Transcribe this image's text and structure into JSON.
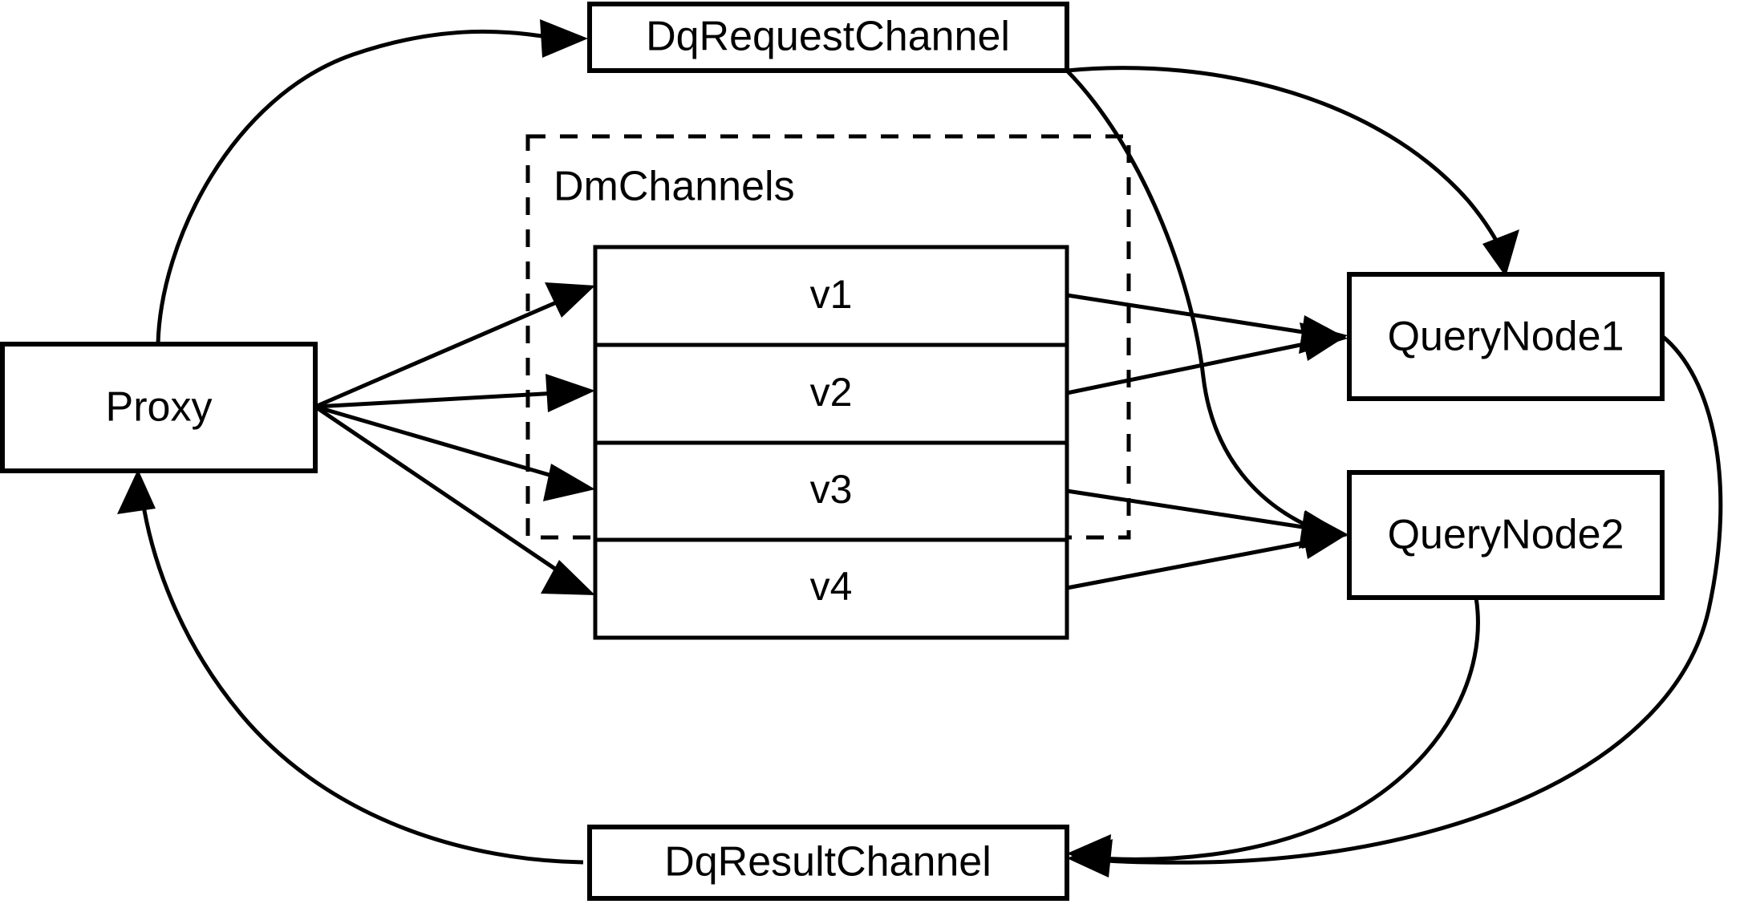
{
  "diagram": {
    "type": "flow-architecture",
    "background_color": "#ffffff",
    "stroke_color": "#000000",
    "nodes": {
      "proxy": {
        "label": "Proxy"
      },
      "dq_request_channel": {
        "label": "DqRequestChannel"
      },
      "dq_result_channel": {
        "label": "DqResultChannel"
      },
      "query_node_1": {
        "label": "QueryNode1"
      },
      "query_node_2": {
        "label": "QueryNode2"
      }
    },
    "group": {
      "label": "DmChannels",
      "style": "dashed",
      "channels": [
        {
          "label": "v1"
        },
        {
          "label": "v2"
        },
        {
          "label": "v3"
        },
        {
          "label": "v4"
        }
      ]
    },
    "edges": [
      {
        "from": "Proxy",
        "to": "DqRequestChannel",
        "style": "curved",
        "arrow": true
      },
      {
        "from": "Proxy",
        "to": "v1",
        "style": "straight",
        "arrow": true
      },
      {
        "from": "Proxy",
        "to": "v2",
        "style": "straight",
        "arrow": true
      },
      {
        "from": "Proxy",
        "to": "v3",
        "style": "straight",
        "arrow": true
      },
      {
        "from": "Proxy",
        "to": "v4",
        "style": "straight",
        "arrow": true
      },
      {
        "from": "DqRequestChannel",
        "to": "QueryNode1",
        "style": "curved",
        "arrow": true
      },
      {
        "from": "DqRequestChannel",
        "to": "QueryNode2",
        "style": "curved",
        "arrow": true
      },
      {
        "from": "v1",
        "to": "QueryNode1",
        "style": "straight",
        "arrow": true
      },
      {
        "from": "v2",
        "to": "QueryNode1",
        "style": "straight",
        "arrow": true
      },
      {
        "from": "v3",
        "to": "QueryNode2",
        "style": "straight",
        "arrow": true
      },
      {
        "from": "v4",
        "to": "QueryNode2",
        "style": "straight",
        "arrow": true
      },
      {
        "from": "QueryNode1",
        "to": "DqResultChannel",
        "style": "curved",
        "arrow": true
      },
      {
        "from": "QueryNode2",
        "to": "DqResultChannel",
        "style": "curved",
        "arrow": true
      },
      {
        "from": "DqResultChannel",
        "to": "Proxy",
        "style": "curved",
        "arrow": true
      }
    ]
  }
}
